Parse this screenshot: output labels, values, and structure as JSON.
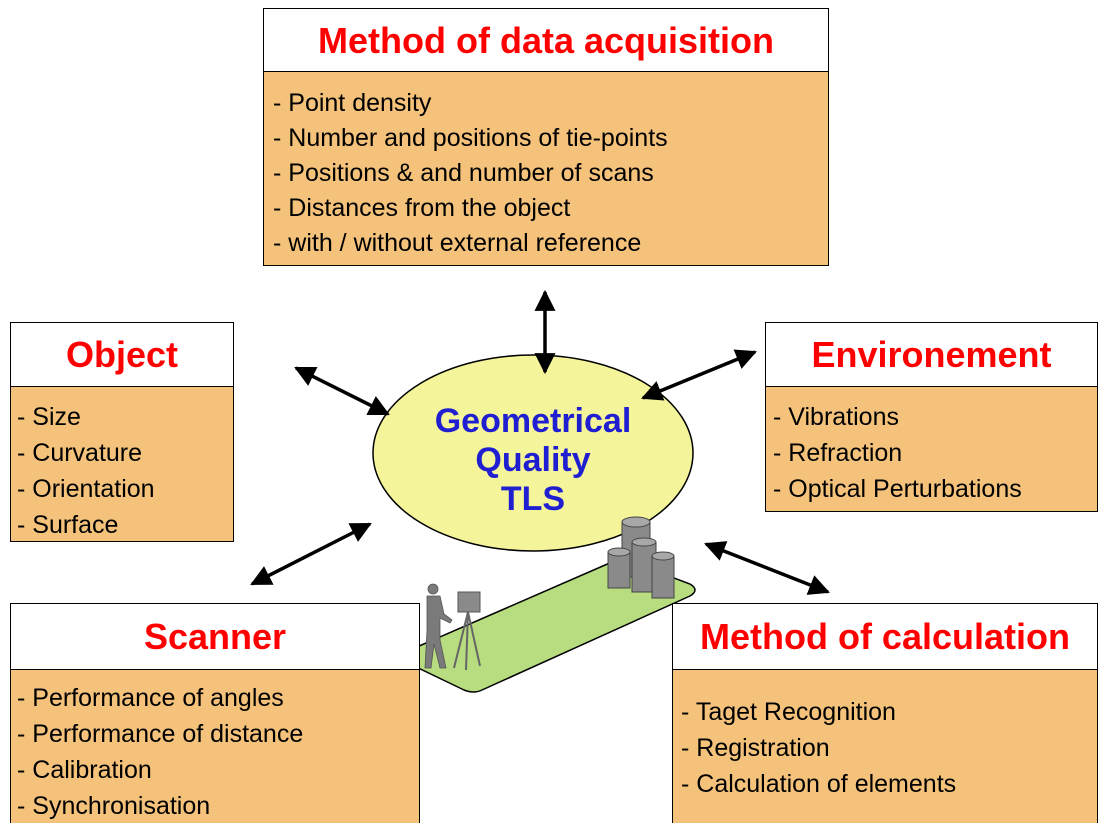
{
  "center": {
    "lines": [
      "Geometrical",
      "Quality",
      "TLS"
    ]
  },
  "boxes": {
    "acquisition": {
      "title": "Method of data acquisition",
      "items": [
        "- Point density",
        "- Number and positions of tie-points",
        "- Positions &  and number of scans",
        "- Distances from the object",
        "- with / without external reference"
      ]
    },
    "object": {
      "title": "Object",
      "items": [
        "- Size",
        "- Curvature",
        "- Orientation",
        "- Surface"
      ]
    },
    "environment": {
      "title": "Environement",
      "items": [
        "- Vibrations",
        "- Refraction",
        "- Optical Perturbations"
      ]
    },
    "scanner": {
      "title": "Scanner",
      "items": [
        "- Performance of angles",
        "- Performance of distance",
        "- Calibration",
        "- Synchronisation"
      ]
    },
    "calculation": {
      "title": "Method of calculation",
      "items": [
        "- Taget Recognition",
        "- Registration",
        "- Calculation of elements"
      ]
    }
  },
  "colors": {
    "title": "#ff0000",
    "list_background": "#f4c27a",
    "ellipse_fill": "#f4f49a",
    "center_text": "#1f1fd1",
    "ground": "#b7dd80"
  },
  "illustration": {
    "icon": "scanner-scene-icon"
  }
}
